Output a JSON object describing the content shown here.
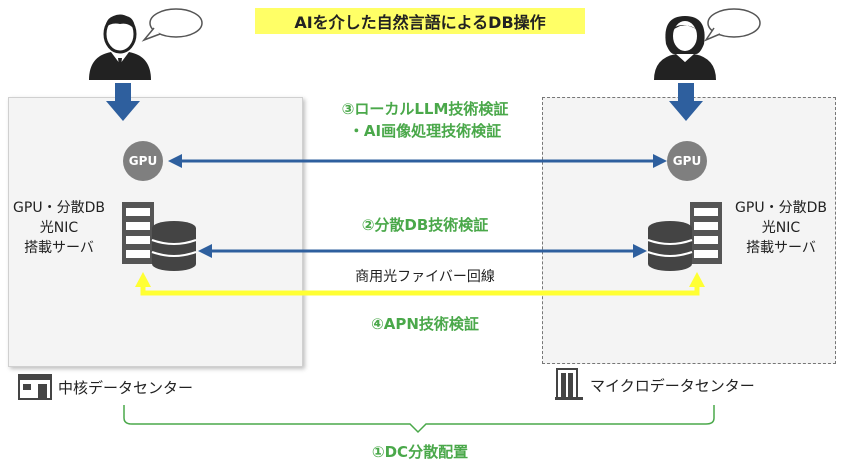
{
  "title": "AIを介した自然言語によるDB操作",
  "left": {
    "server_label_line1": "GPU・分散DB",
    "server_label_line2": "光NIC",
    "server_label_line3": "搭載サーバ",
    "gpu_label": "GPU",
    "site_label": "中核データセンター"
  },
  "right": {
    "server_label_line1": "GPU・分散DB",
    "server_label_line2": "光NIC",
    "server_label_line3": "搭載サーバ",
    "gpu_label": "GPU",
    "site_label": "マイクロデータセンター"
  },
  "verifications": {
    "v3_line1": "③ローカルLLM技術検証",
    "v3_line2": "・AI画像処理技術検証",
    "v2": "②分散DB技術検証",
    "line_label": "商用光ファイバー回線",
    "v4": "④APN技術検証",
    "v1": "①DC分散配置"
  },
  "colors": {
    "arrow_blue": "#2e5f9e",
    "fiber_yellow": "#ffff33",
    "label_green": "#4aa84a",
    "title_highlight": "#ffff66"
  }
}
